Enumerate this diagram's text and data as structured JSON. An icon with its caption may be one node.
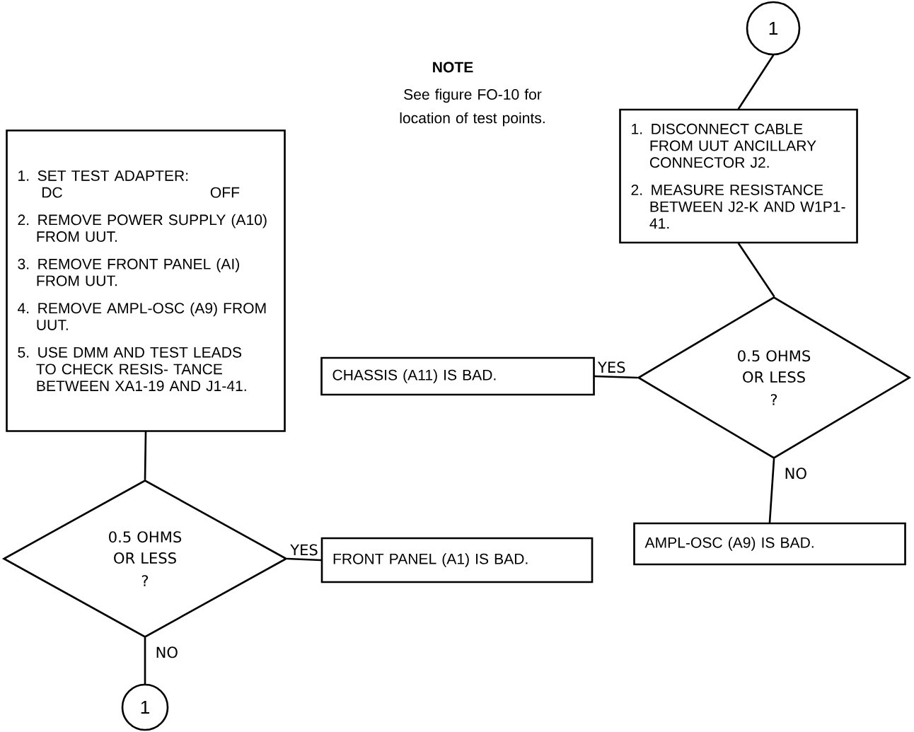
{
  "diagram": {
    "nodes": [
      {
        "text": [
          "1. SET TEST ADAPTER:",
          "DC",
          "OFF",
          "2. REMOVE POWER SUPPLY (A10) FROM UUT.",
          "3. REMOVE FRONT PANEL (AI) FROM UUT.",
          "4. REMOVE AMPL-OSC (A9) FROM UUT.",
          "5. USE DMM AND TEST LEADS TO CHECK RESIS- TANCE BETWEEN XA1-19 AND J1-41."
        ]
      },
      {
        "text": [
          "0.5 OHMS OR LESS",
          "?"
        ]
      },
      {
        "text": [
          "FRONT PANEL (A1) IS BAD."
        ]
      },
      {
        "text": [
          "1"
        ]
      },
      {
        "text": [
          "1"
        ]
      },
      {
        "text": [
          "1. DISCONNECT CABLE FROM UUT ANCILLARY CONNECTOR J2.",
          "2. MEASURE RESISTANCE BETWEEN J2-K AND W1P1-41."
        ]
      },
      {
        "text": [
          "0.5 OHMS OR LESS",
          "?"
        ]
      },
      {
        "text": [
          "CHASSIS (A11) IS BAD."
        ]
      },
      {
        "text": [
          "AMPL-OSC (A9) IS BAD."
        ]
      }
    ],
    "edges": [
      {
        "from": 0,
        "to": 1,
        "arrow": "none"
      },
      {
        "from": 1,
        "to": 2,
        "arrow": "none",
        "label": "YES"
      },
      {
        "from": 1,
        "to": 3,
        "arrow": "none",
        "label": "NO"
      },
      {
        "from": 4,
        "to": 5,
        "arrow": "none"
      },
      {
        "from": 5,
        "to": 6,
        "arrow": "none"
      },
      {
        "from": 6,
        "to": 7,
        "arrow": "none",
        "label": "YES"
      },
      {
        "from": 6,
        "to": 8,
        "arrow": "none",
        "label": "NO"
      }
    ],
    "labels": [
      "NOTE",
      "See figure FO-10 for location of test points."
    ]
  }
}
